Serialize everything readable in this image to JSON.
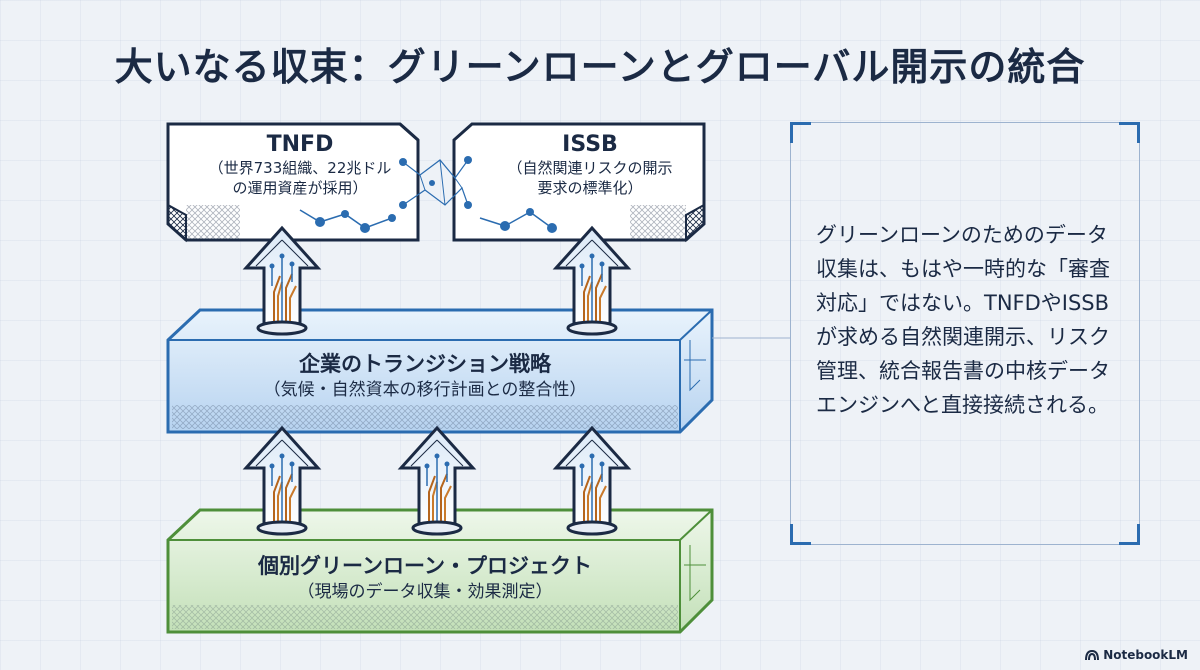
{
  "title": "大いなる収束：グリーンローンとグローバル開示の統合",
  "boxes": {
    "tnfd": {
      "title": "TNFD",
      "sub1": "（世界733組織、22兆ドル",
      "sub2": "の運用資産が採用）"
    },
    "issb": {
      "title": "ISSB",
      "sub1": "（自然関連リスクの開示",
      "sub2": "要求の標準化）"
    }
  },
  "layers": {
    "transition": {
      "title": "企業のトランジション戦略",
      "sub": "（気候・自然資本の移行計画との整合性）"
    },
    "project": {
      "title": "個別グリーンローン・プロジェクト",
      "sub": "（現場のデータ収集・効果測定）"
    }
  },
  "panel": {
    "text": "グリーンローンのためのデータ収集は、もはや一時的な「審査対応」ではない。TNFDやISSBが求める自然関連開示、リスク管理、統合報告書の中核データエンジンへと直接接続される。"
  },
  "logo": {
    "text": "NotebookLM",
    "icon": "notebooklm-logo-icon"
  },
  "colors": {
    "title": "#1b2a44",
    "blue_layer": "#cfe2f6",
    "green_layer": "#d9ecd2",
    "accent_blue": "#2b6cb0",
    "accent_green": "#4e8f3a"
  }
}
